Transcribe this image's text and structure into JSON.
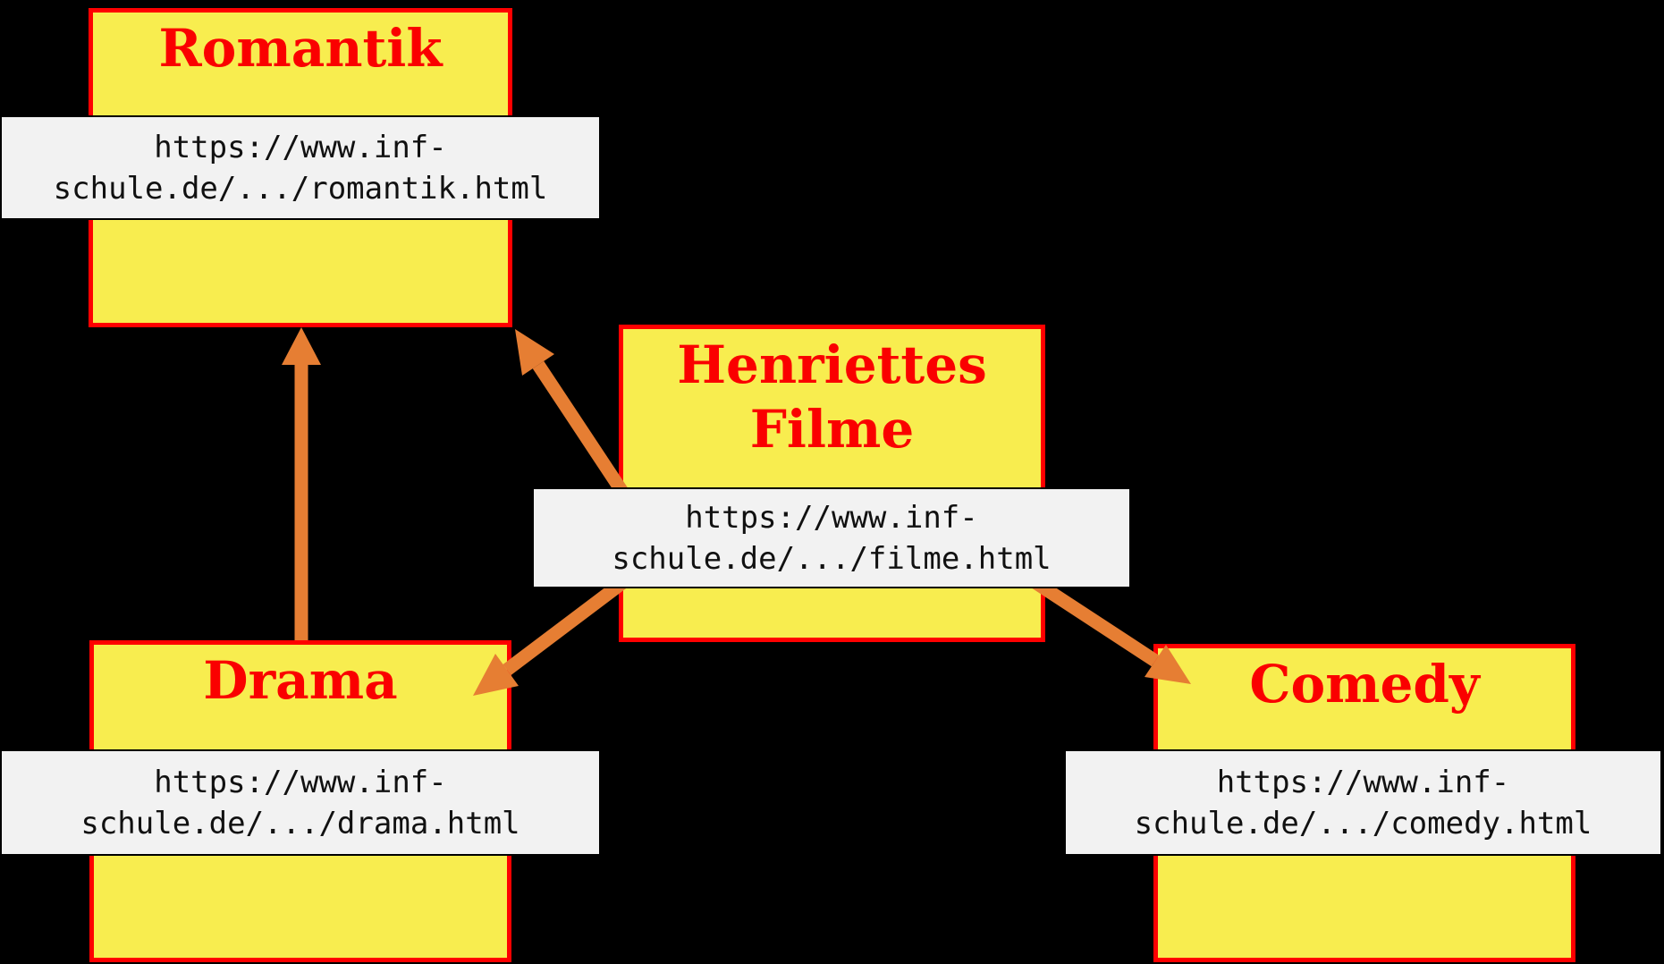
{
  "diagram": {
    "description": "Hyperlink structure of Henriettes Filme website",
    "colors": {
      "background": "#000000",
      "box_fill": "#F8ED4F",
      "box_border": "#FF0000",
      "title": "#FA0000",
      "url_fill": "#F2F2F2",
      "url_border": "#000000",
      "url_text": "#111111",
      "arrow": "#E67E33"
    },
    "nodes": [
      {
        "id": "romantik",
        "title": "Romantik",
        "url_line1": "https://www.inf-",
        "url_line2": "schule.de/.../romantik.html"
      },
      {
        "id": "filme",
        "title": "Henriettes",
        "title2": "Filme",
        "url_line1": "https://www.inf-",
        "url_line2": "schule.de/.../filme.html"
      },
      {
        "id": "drama",
        "title": "Drama",
        "url_line1": "https://www.inf-",
        "url_line2": "schule.de/.../drama.html"
      },
      {
        "id": "comedy",
        "title": "Comedy",
        "url_line1": "https://www.inf-",
        "url_line2": "schule.de/.../comedy.html"
      }
    ],
    "edges": [
      {
        "from": "filme",
        "to": "romantik"
      },
      {
        "from": "filme",
        "to": "drama"
      },
      {
        "from": "filme",
        "to": "comedy"
      },
      {
        "from": "drama",
        "to": "romantik"
      }
    ]
  }
}
